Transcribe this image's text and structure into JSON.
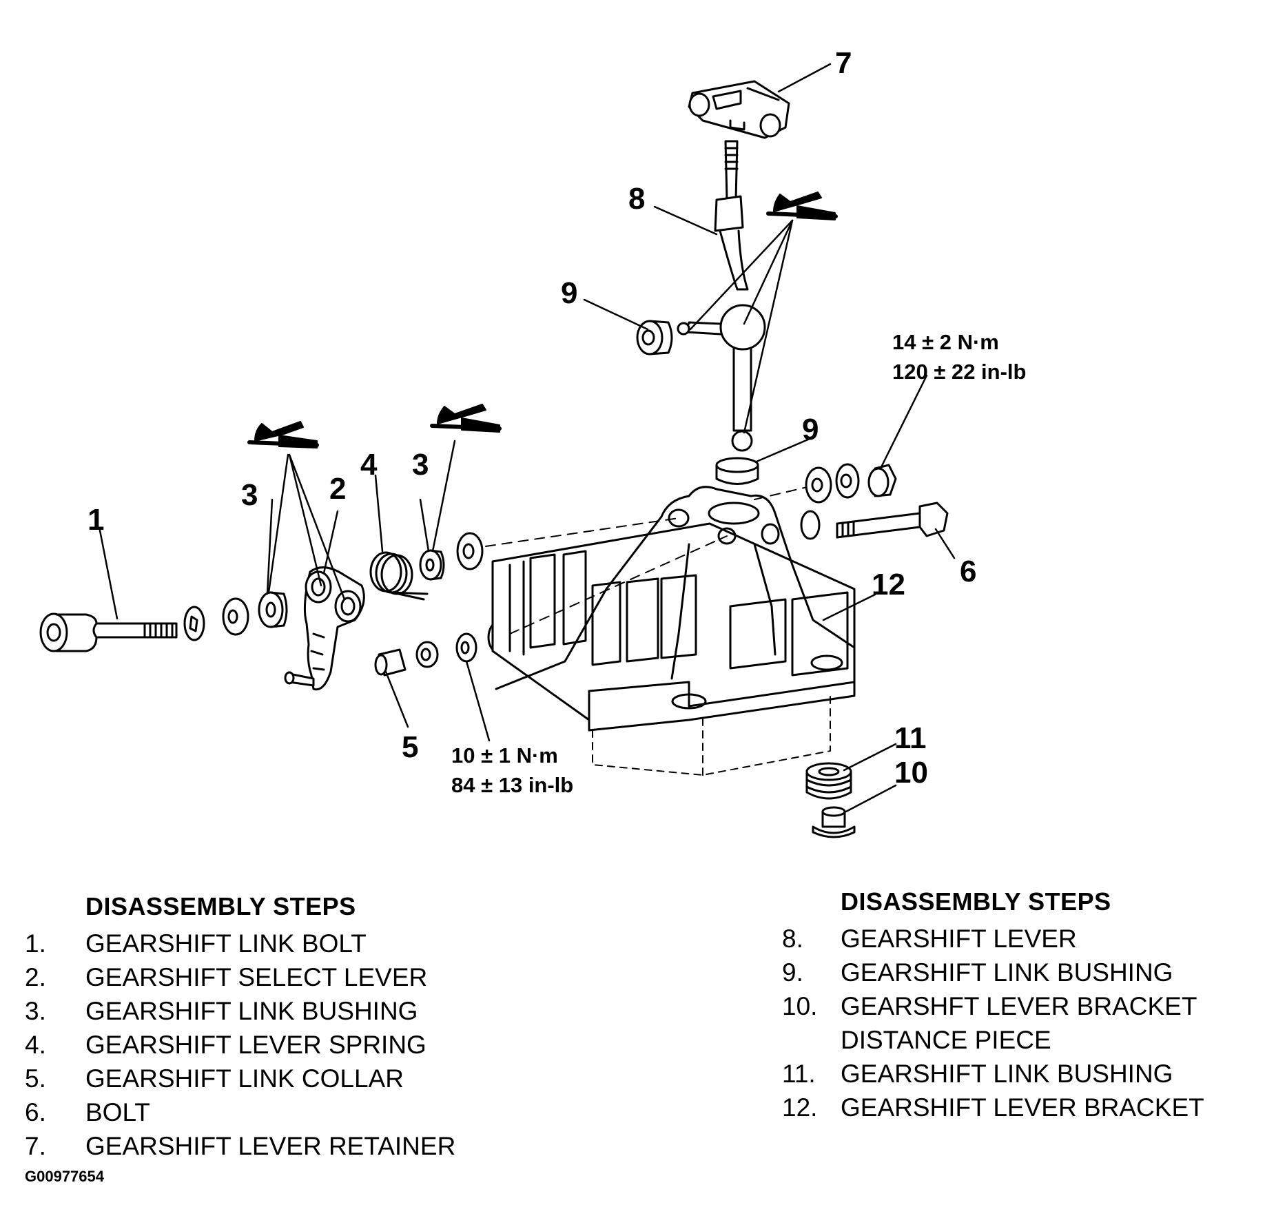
{
  "callouts": {
    "c1": "1",
    "c2": "2",
    "c3a": "3",
    "c3b": "3",
    "c4": "4",
    "c5": "5",
    "c6": "6",
    "c7": "7",
    "c8": "8",
    "c9a": "9",
    "c9b": "9",
    "c10": "10",
    "c11": "11",
    "c12": "12"
  },
  "torque": {
    "upper_nm": "14 ± 2 N·m",
    "upper_inlb": "120 ± 22 in-lb",
    "lower_nm": "10 ± 1 N·m",
    "lower_inlb": "84 ± 13 in-lb"
  },
  "steps_left": {
    "heading": "DISASSEMBLY STEPS",
    "items": [
      {
        "num": "1.",
        "text": "GEARSHIFT LINK BOLT"
      },
      {
        "num": "2.",
        "text": "GEARSHIFT SELECT LEVER"
      },
      {
        "num": "3.",
        "text": "GEARSHIFT LINK BUSHING"
      },
      {
        "num": "4.",
        "text": "GEARSHIFT LEVER SPRING"
      },
      {
        "num": "5.",
        "text": "GEARSHIFT LINK COLLAR"
      },
      {
        "num": "6.",
        "text": "BOLT"
      },
      {
        "num": "7.",
        "text": "GEARSHIFT LEVER RETAINER"
      }
    ]
  },
  "steps_right": {
    "heading": "DISASSEMBLY STEPS",
    "items": [
      {
        "num": "8.",
        "text": "GEARSHIFT LEVER"
      },
      {
        "num": "9.",
        "text": "GEARSHIFT LINK BUSHING"
      },
      {
        "num": "10.",
        "text": "GEARSHFT LEVER BRACKET"
      },
      {
        "num": "",
        "text": "DISTANCE PIECE"
      },
      {
        "num": "11.",
        "text": "GEARSHIFT LINK BUSHING"
      },
      {
        "num": "12.",
        "text": "GEARSHIFT LEVER BRACKET"
      }
    ]
  },
  "figure_id": "G00977654"
}
